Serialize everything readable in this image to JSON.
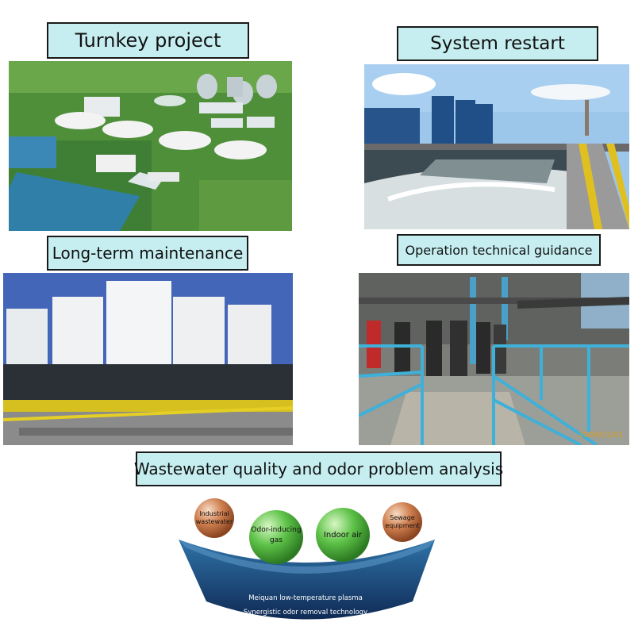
{
  "labels": {
    "turnkey": "Turnkey project",
    "restart": "System restart",
    "maintenance": "Long-term maintenance",
    "guidance": "Operation technical guidance",
    "analysis": "Wastewater quality and odor problem analysis"
  },
  "photo_date": "2009/01/01",
  "diagram": {
    "balls": [
      {
        "lines": [
          "Industrial",
          "wastewater"
        ],
        "color": "#cd7a48"
      },
      {
        "lines": [
          "Odor-inducing",
          "gas"
        ],
        "color": "#4fb43a"
      },
      {
        "lines": [
          "Indoor air"
        ],
        "color": "#4fb43a"
      },
      {
        "lines": [
          "Sewage",
          "equipment"
        ],
        "color": "#cd7a48"
      }
    ],
    "tech_line1": "Meiquan low-temperature plasma",
    "tech_line2": "Synergistic odor removal technology"
  },
  "colors": {
    "label_bg": "#c6eef0",
    "tank_blue": "#1f4f86"
  }
}
